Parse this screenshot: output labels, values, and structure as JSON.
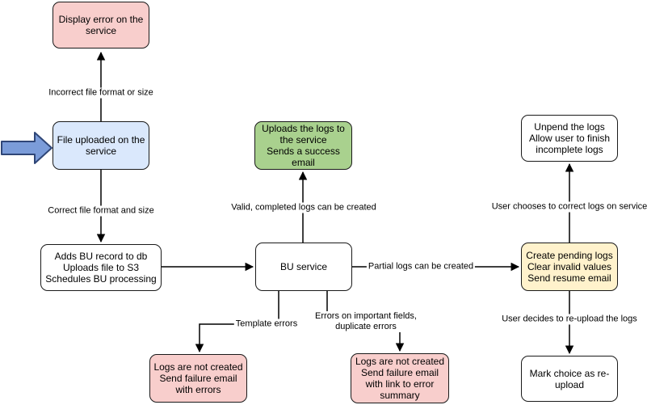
{
  "diagram_type": "flowchart",
  "colors": {
    "canvas-bg": "#ffffff",
    "pink-fill": "#f8cecc",
    "blue-fill": "#dae8fc",
    "green-fill": "#a9d18e",
    "yellow-fill": "#fff2cc",
    "white-fill": "#ffffff",
    "node-stroke": "#1a1a1a",
    "edge-stroke": "#000000",
    "label-bg": "#ffffff",
    "big-arrow-fill": "#7b9cd9",
    "big-arrow-stroke": "#2f4677"
  },
  "nodes": {
    "display_error": {
      "label": "Display error on the service"
    },
    "file_uploaded": {
      "label": "File uploaded on the service"
    },
    "adds_bu_record": {
      "label": "Adds BU record to db\nUploads file to S3\nSchedules BU processing"
    },
    "uploads_logs": {
      "label": "Uploads the logs to the service\nSends a success email"
    },
    "bu_service": {
      "label": "BU service"
    },
    "unpend_logs": {
      "label": "Unpend the logs\nAllow user to finish incomplete logs"
    },
    "create_pending": {
      "label": "Create pending logs\nClear invalid values\nSend resume email"
    },
    "mark_reupload": {
      "label": "Mark choice as re-upload"
    },
    "logs_not_created_errors": {
      "label": "Logs are not created\nSend failure email with errors"
    },
    "logs_not_created_summary": {
      "label": "Logs are not created\nSend failure email with link to error summary"
    }
  },
  "edge_labels": {
    "incorrect_format": "Incorrect file format or size",
    "correct_format": "Correct file format and size",
    "valid_logs": "Valid, completed logs can be created",
    "partial_logs": "Partial logs can be created",
    "user_corrects": "User chooses to correct logs on service",
    "user_reuploads": "User decides to re-upload the logs",
    "template_errors": "Template errors",
    "field_errors": "Errors on important fields,\nduplicate errors"
  }
}
